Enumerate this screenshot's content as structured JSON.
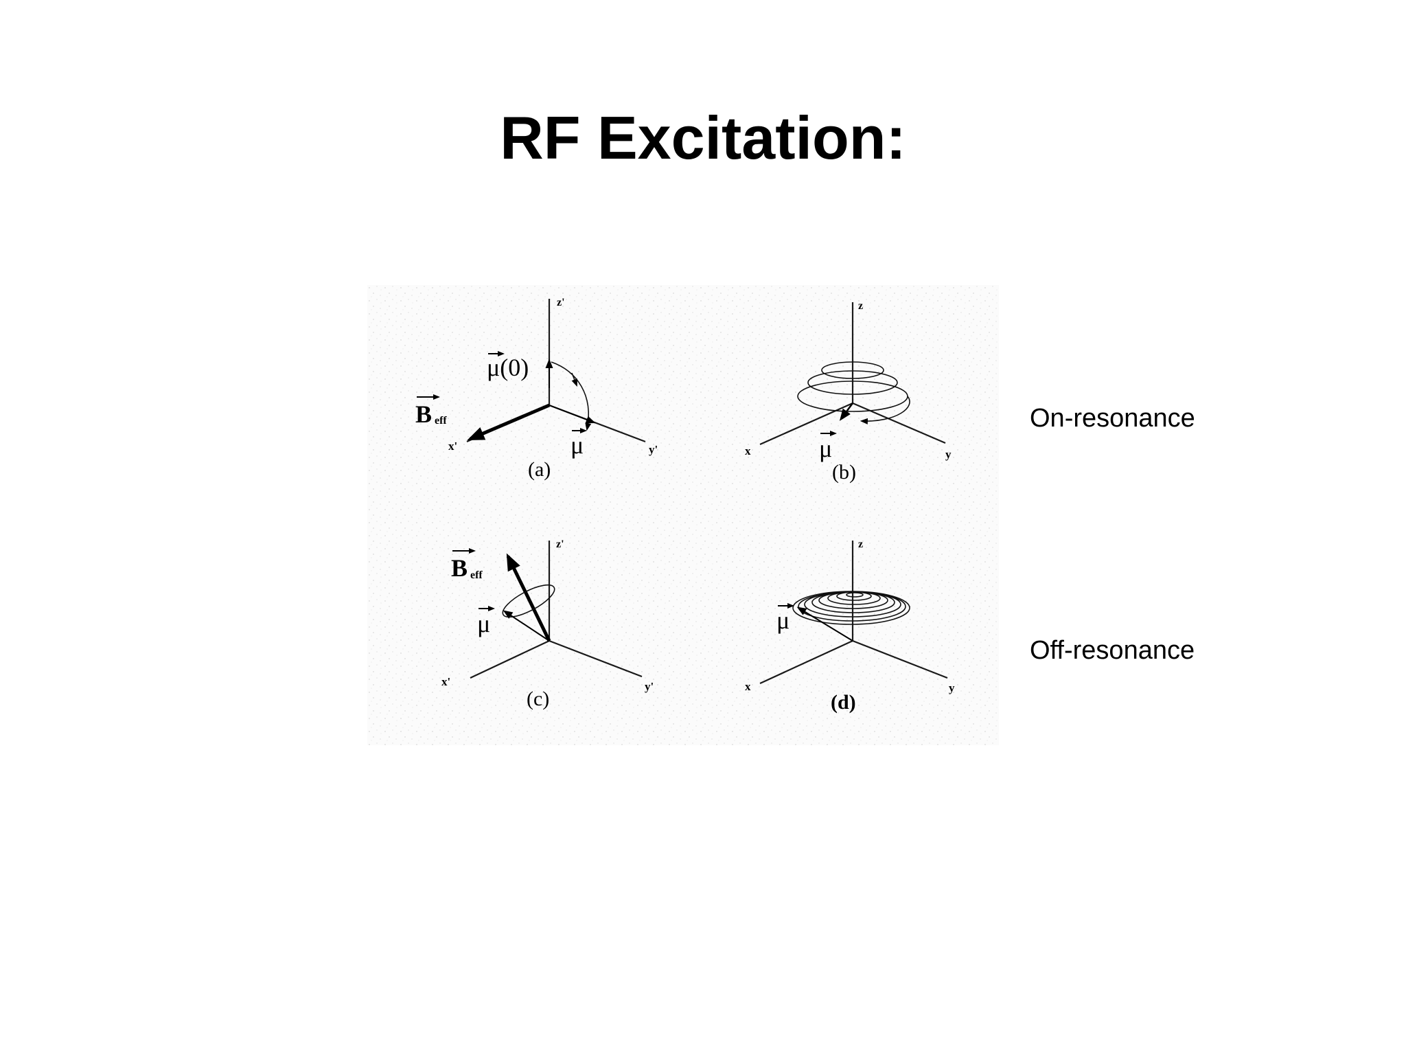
{
  "slide": {
    "title": "RF Excitation:"
  },
  "rows": {
    "on_resonance": "On-resonance",
    "off_resonance": "Off-resonance"
  },
  "panels": {
    "a": {
      "caption": "(a)",
      "z": "z'",
      "x": "x'",
      "y": "y'",
      "mu0": "μ(0)",
      "mu": "μ",
      "b": "B",
      "b_sub": "eff"
    },
    "b": {
      "caption": "(b)",
      "z": "z",
      "x": "x",
      "y": "y",
      "mu": "μ"
    },
    "c": {
      "caption": "(c)",
      "z": "z'",
      "x": "x'",
      "y": "y'",
      "mu": "μ",
      "b": "B",
      "b_sub": "eff"
    },
    "d": {
      "caption": "(d)",
      "z": "z",
      "x": "x",
      "y": "y",
      "mu": "μ"
    }
  }
}
